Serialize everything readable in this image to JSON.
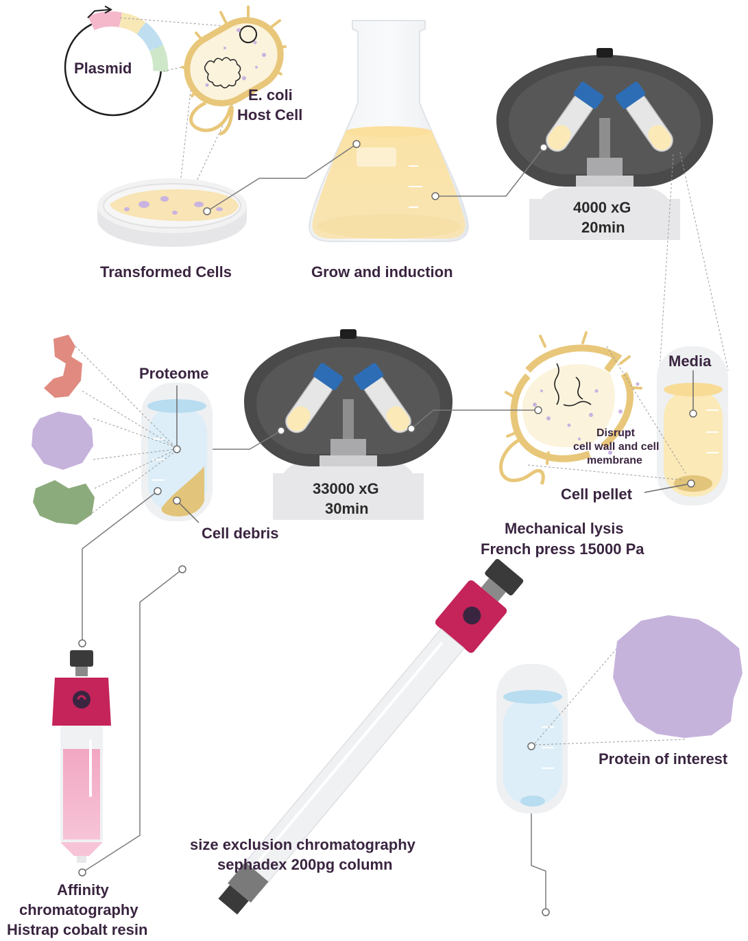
{
  "labels": {
    "plasmid": "Plasmid",
    "ecoli_line1": "E. coli",
    "ecoli_line2": "Host Cell",
    "transformed_cells": "Transformed Cells",
    "grow_induction": "Grow and induction",
    "centrifuge1_speed": "4000 xG",
    "centrifuge1_time": "20min",
    "media": "Media",
    "cell_pellet": "Cell pellet",
    "disrupt_line1": "Disrupt",
    "disrupt_line2": "cell wall and cell",
    "disrupt_line3": "membrane",
    "lysis_line1": "Mechanical lysis",
    "lysis_line2": "French press 15000 Pa",
    "centrifuge2_speed": "33000 xG",
    "centrifuge2_time": "30min",
    "proteome": "Proteome",
    "cell_debris": "Cell debris",
    "affinity_line1": "Affinity",
    "affinity_line2": "chromatography",
    "affinity_line3": "Histrap cobalt resin",
    "sec_line1": "size exclusion chromatography",
    "sec_line2": "sephadex 200pg column",
    "protein_of_interest": "Protein of interest"
  },
  "colors": {
    "text": "#3a2540",
    "centrifuge_body": "#4a4a4a",
    "centrifuge_base": "#e6e6e8",
    "tube_cap": "#2d6db5",
    "media_yellow": "#fbe9b7",
    "pellet": "#e2c47a",
    "column_cap": "#c4245a",
    "buffer_blue": "#c6e2f2",
    "protein_purple": "#c6b3dc",
    "protein_red": "#e08a80",
    "protein_green": "#8cab7c",
    "connector": "#8a8a8a"
  }
}
